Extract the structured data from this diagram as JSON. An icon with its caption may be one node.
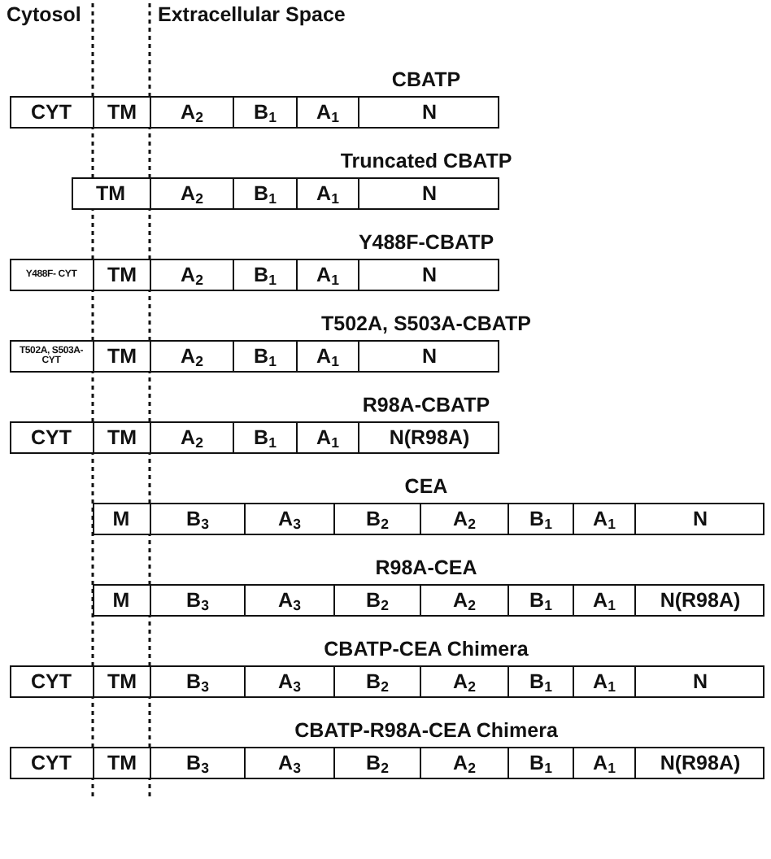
{
  "diagram": {
    "nodes": [
      {
        "text": [
          "CBATP"
        ]
      },
      {
        "text": [
          "CYT"
        ],
        "in": 0
      },
      {
        "text": [
          "TM"
        ],
        "in": 0
      },
      {
        "text": [
          "A$_{2}$"
        ],
        "in": 0
      },
      {
        "text": [
          "B$_{1}$"
        ],
        "in": 0
      },
      {
        "text": [
          "A$_{1}$"
        ],
        "in": 0
      },
      {
        "text": [
          "N"
        ],
        "in": 0
      },
      {
        "text": [
          "Truncated CBATP"
        ]
      },
      {
        "text": [
          "TM"
        ],
        "in": 7
      },
      {
        "text": [
          "A$_{2}$"
        ],
        "in": 7
      },
      {
        "text": [
          "B$_{1}$"
        ],
        "in": 7
      },
      {
        "text": [
          "A$_{1}$"
        ],
        "in": 7
      },
      {
        "text": [
          "N"
        ],
        "in": 7
      },
      {
        "text": [
          "Y488F-CBATP"
        ]
      },
      {
        "text": [
          "Y488F- CYT"
        ],
        "in": 13
      },
      {
        "text": [
          "TM"
        ],
        "in": 13
      },
      {
        "text": [
          "A$_{2}$"
        ],
        "in": 13
      },
      {
        "text": [
          "B$_{1}$"
        ],
        "in": 13
      },
      {
        "text": [
          "A$_{1}$"
        ],
        "in": 13
      },
      {
        "text": [
          "N"
        ],
        "in": 13
      },
      {
        "text": [
          "T502A, S503A-CBATP"
        ]
      },
      {
        "text": [
          "T502A, S503A- CYT"
        ],
        "in": 20
      },
      {
        "text": [
          "TM"
        ],
        "in": 20
      },
      {
        "text": [
          "A$_{2}$"
        ],
        "in": 20
      },
      {
        "text": [
          "B$_{1}$"
        ],
        "in": 20
      },
      {
        "text": [
          "A$_{1}$"
        ],
        "in": 20
      },
      {
        "text": [
          "N"
        ],
        "in": 20
      },
      {
        "text": [
          "R98A-CBATP"
        ]
      },
      {
        "text": [
          "CYT"
        ],
        "in": 27
      },
      {
        "text": [
          "TM"
        ],
        "in": 27
      },
      {
        "text": [
          "A$_{2}$"
        ],
        "in": 27
      },
      {
        "text": [
          "B$_{1}$"
        ],
        "in": 27
      },
      {
        "text": [
          "A$_{1}$"
        ],
        "in": 27
      },
      {
        "text": [
          "N(R98A)"
        ],
        "in": 27
      },
      {
        "text": [
          "CEA"
        ]
      },
      {
        "text": [
          "M"
        ],
        "in": 34
      },
      {
        "text": [
          "B$_{3}$"
        ],
        "in": 34
      },
      {
        "text": [
          "A$_{3}$"
        ],
        "in": 34
      },
      {
        "text": [
          "B$_{2}$"
        ],
        "in": 34
      },
      {
        "text": [
          "A$_{2}$"
        ],
        "in": 34
      },
      {
        "text": [
          "B$_{1}$"
        ],
        "in": 34
      },
      {
        "text": [
          "A$_{1}$"
        ],
        "in": 34
      },
      {
        "text": [
          "N"
        ],
        "in": 34
      },
      {
        "text": [
          "R98A-CEA"
        ]
      },
      {
        "text": [
          "M"
        ],
        "in": 43
      },
      {
        "text": [
          "B$_{3}$"
        ],
        "in": 43
      },
      {
        "text": [
          "A$_{3}$"
        ],
        "in": 43
      },
      {
        "text": [
          "B$_{2}$"
        ],
        "in": 43
      },
      {
        "text": [
          "A$_{2}$"
        ],
        "in": 43
      },
      {
        "text": [
          "B$_{1}$"
        ],
        "in": 43
      },
      {
        "text": [
          "A$_{1}$"
        ],
        "in": 43
      },
      {
        "text": [
          "N(R98A)"
        ],
        "in": 43
      },
      {
        "text": [
          "CBATP-CEA Chimera"
        ]
      },
      {
        "text": [
          "CYT"
        ],
        "in": 52
      },
      {
        "text": [
          "TM"
        ],
        "in": 52
      },
      {
        "text": [
          "B$_{3}$"
        ],
        "in": 52
      },
      {
        "text": [
          "A$_{3}$"
        ],
        "in": 52
      },
      {
        "text": [
          "B$_{2}$"
        ],
        "in": 52
      },
      {
        "text": [
          "A$_{2}$"
        ],
        "in": 52
      },
      {
        "text": [
          "B$_{1}$"
        ],
        "in": 52
      },
      {
        "text": [
          "A$_{1}$"
        ],
        "in": 52
      },
      {
        "text": [
          "N"
        ],
        "in": 52
      },
      {
        "text": [
          "CBATP-R98A-CEA Chimera"
        ]
      },
      {
        "text": [
          "CYT"
        ],
        "in": 62
      },
      {
        "text": [
          "TM"
        ],
        "in": 62
      },
      {
        "text": [
          "B$_{3}$"
        ],
        "in": 62
      },
      {
        "text": [
          "A$_{3}$"
        ],
        "in": 62
      },
      {
        "text": [
          "B$_{2}$"
        ],
        "in": 62
      },
      {
        "text": [
          "A$_{2}$"
        ],
        "in": 62
      },
      {
        "text": [
          "B$_{1}$"
        ],
        "in": 62
      },
      {
        "text": [
          "A$_{1}$"
        ],
        "in": 62
      },
      {
        "text": [
          "N(R98A)"
        ],
        "in": 62
      }
    ],
    "labels": [
      "Cytosol",
      "Extracellular Space"
    ]
  }
}
